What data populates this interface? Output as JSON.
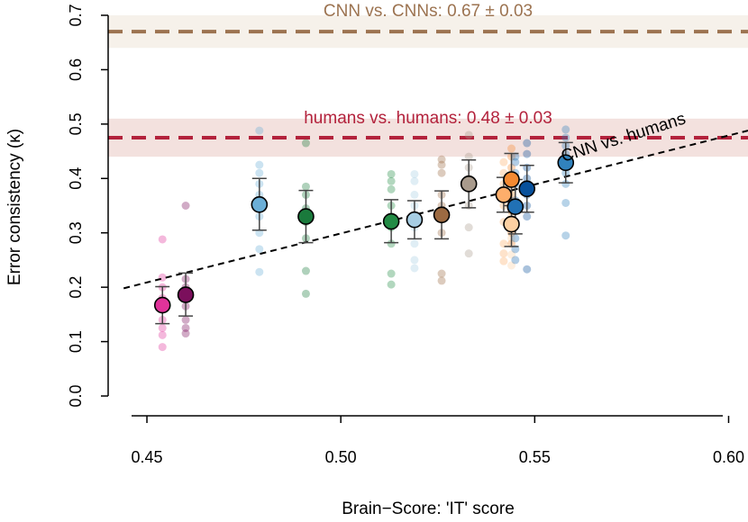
{
  "chart_data": {
    "type": "scatter",
    "xlabel": "Brain−Score: 'IT' score",
    "ylabel": "Error consistency (κ)",
    "xlim": [
      0.44,
      0.605
    ],
    "ylim": [
      0.0,
      0.7
    ],
    "x_ticks": [
      0.45,
      0.5,
      0.55,
      0.6
    ],
    "x_tick_labels": [
      "0.45",
      "0.50",
      "0.55",
      "0.60"
    ],
    "y_ticks": [
      0.0,
      0.1,
      0.2,
      0.3,
      0.4,
      0.5,
      0.6,
      0.7
    ],
    "y_tick_labels": [
      "0.0",
      "0.1",
      "0.2",
      "0.3",
      "0.4",
      "0.5",
      "0.6",
      "0.7"
    ],
    "grid": false,
    "reference_bands": [
      {
        "label": "CNN vs. CNNs: 0.67 ± 0.03",
        "value": 0.67,
        "sd": 0.03,
        "color": "#9c7350",
        "band_color": "#f6f1ea"
      },
      {
        "label": "humans vs. humans: 0.48 ± 0.03",
        "value": 0.475,
        "sd": 0.035,
        "color": "#b3223c",
        "band_color": "#f3e1de"
      }
    ],
    "regression_line": {
      "label": "CNN vs. humans",
      "x": [
        0.444,
        0.605
      ],
      "y": [
        0.198,
        0.488
      ]
    },
    "models": [
      {
        "x": 0.454,
        "mean": 0.167,
        "lo": 0.133,
        "hi": 0.201,
        "color": "#e0339a",
        "samples": [
          0.09,
          0.112,
          0.125,
          0.14,
          0.16,
          0.18,
          0.2,
          0.218,
          0.288
        ]
      },
      {
        "x": 0.46,
        "mean": 0.186,
        "lo": 0.147,
        "hi": 0.226,
        "color": "#7b0f5c",
        "samples": [
          0.115,
          0.125,
          0.14,
          0.165,
          0.185,
          0.2,
          0.215,
          0.35
        ]
      },
      {
        "x": 0.479,
        "mean": 0.352,
        "lo": 0.305,
        "hi": 0.4,
        "color": "#6baed6",
        "samples": [
          0.228,
          0.27,
          0.3,
          0.33,
          0.37,
          0.39,
          0.41,
          0.425,
          0.488
        ]
      },
      {
        "x": 0.491,
        "mean": 0.33,
        "lo": 0.282,
        "hi": 0.378,
        "color": "#1a7a3c",
        "samples": [
          0.188,
          0.23,
          0.29,
          0.32,
          0.345,
          0.37,
          0.385,
          0.465
        ]
      },
      {
        "x": 0.513,
        "mean": 0.321,
        "lo": 0.282,
        "hi": 0.361,
        "color": "#238b45",
        "samples": [
          0.205,
          0.225,
          0.28,
          0.31,
          0.33,
          0.35,
          0.38,
          0.395,
          0.408
        ]
      },
      {
        "x": 0.519,
        "mean": 0.324,
        "lo": 0.289,
        "hi": 0.359,
        "color": "#a6cde3",
        "samples": [
          0.235,
          0.25,
          0.28,
          0.31,
          0.33,
          0.35,
          0.37,
          0.395,
          0.408
        ]
      },
      {
        "x": 0.526,
        "mean": 0.333,
        "lo": 0.289,
        "hi": 0.377,
        "color": "#9c6a42",
        "samples": [
          0.212,
          0.225,
          0.3,
          0.33,
          0.35,
          0.37,
          0.41,
          0.425,
          0.435
        ]
      },
      {
        "x": 0.533,
        "mean": 0.39,
        "lo": 0.346,
        "hi": 0.434,
        "color": "#a89a8c",
        "samples": [
          0.262,
          0.31,
          0.35,
          0.38,
          0.4,
          0.42,
          0.44,
          0.48
        ]
      },
      {
        "x": 0.542,
        "mean": 0.37,
        "lo": 0.338,
        "hi": 0.402,
        "color": "#fdae6b",
        "samples": [
          0.248,
          0.262,
          0.28,
          0.32,
          0.35,
          0.37,
          0.39,
          0.41,
          0.43
        ]
      },
      {
        "x": 0.544,
        "mean": 0.398,
        "lo": 0.35,
        "hi": 0.446,
        "color": "#f58a32",
        "samples": [
          0.28,
          0.3,
          0.34,
          0.37,
          0.4,
          0.42,
          0.44,
          0.455
        ]
      },
      {
        "x": 0.544,
        "mean": 0.316,
        "lo": 0.275,
        "hi": 0.357,
        "color": "#fdd0a2",
        "samples": [
          0.24,
          0.26,
          0.29,
          0.33,
          0.36,
          0.38,
          0.41
        ]
      },
      {
        "x": 0.545,
        "mean": 0.348,
        "lo": 0.298,
        "hi": 0.398,
        "color": "#2171b5",
        "samples": [
          0.25,
          0.27,
          0.29,
          0.32,
          0.36,
          0.39,
          0.41,
          0.43,
          0.44
        ]
      },
      {
        "x": 0.548,
        "mean": 0.381,
        "lo": 0.338,
        "hi": 0.424,
        "color": "#08519c",
        "samples": [
          0.233,
          0.33,
          0.35,
          0.37,
          0.4,
          0.42,
          0.445,
          0.465
        ]
      },
      {
        "x": 0.558,
        "mean": 0.429,
        "lo": 0.392,
        "hi": 0.466,
        "color": "#3182bd",
        "samples": [
          0.295,
          0.355,
          0.39,
          0.41,
          0.445,
          0.46,
          0.475,
          0.49
        ]
      }
    ]
  }
}
